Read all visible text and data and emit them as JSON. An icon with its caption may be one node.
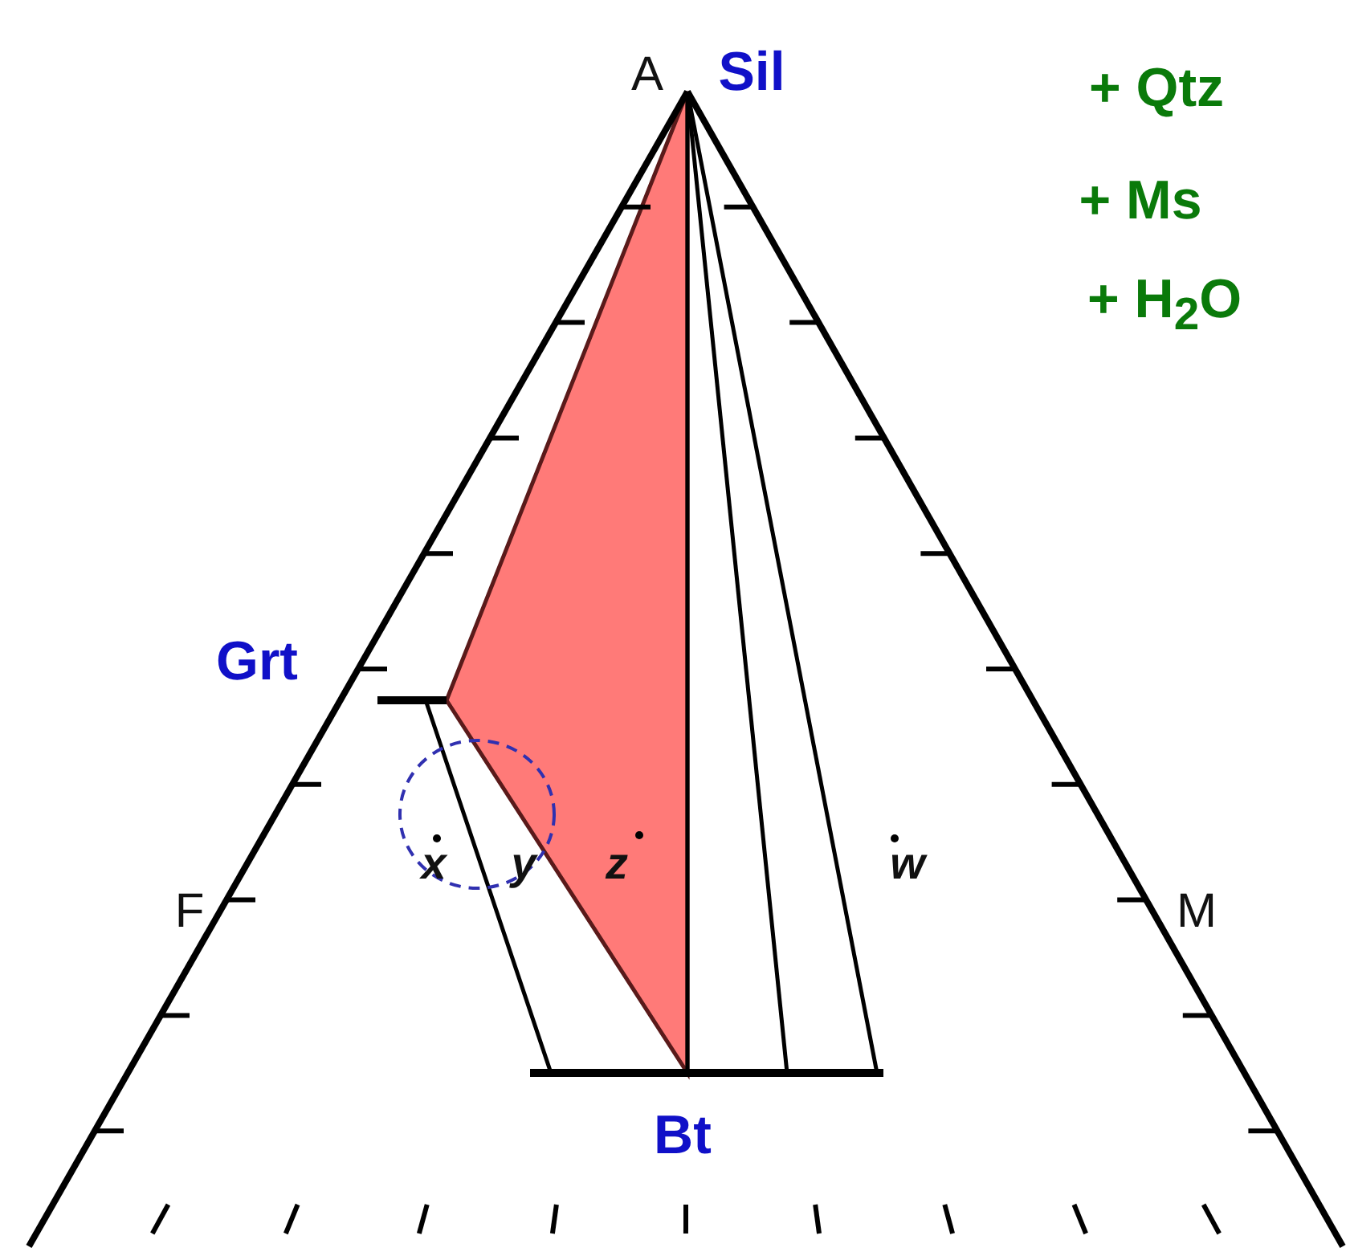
{
  "diagram": {
    "labels": [
      "A",
      "Sil",
      "+ Qtz",
      "+ Ms",
      "+ H$_{2}$O",
      "Grt",
      "F",
      "M",
      "x",
      "y",
      "z",
      "w",
      "Bt"
    ]
  }
}
